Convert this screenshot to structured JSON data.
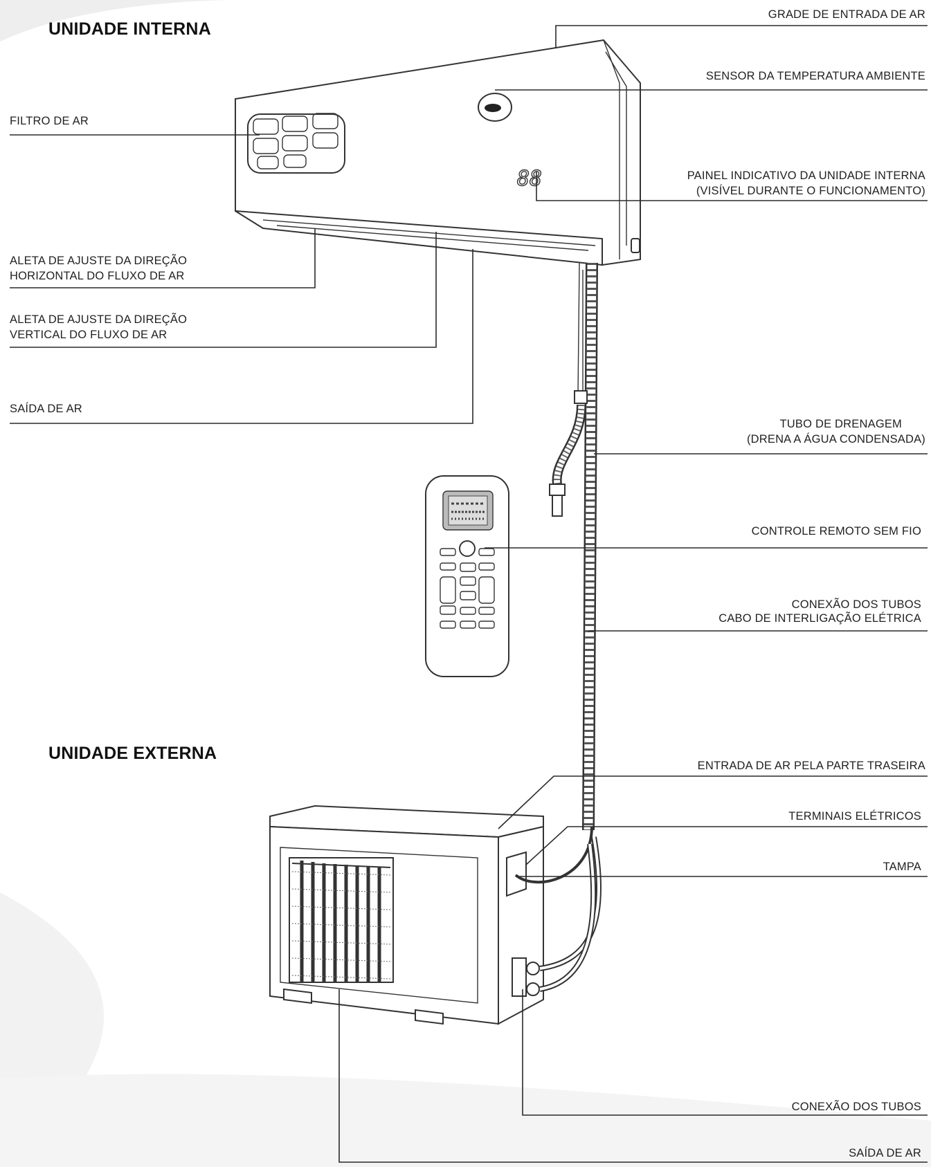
{
  "titles": {
    "indoor": "UNIDADE INTERNA",
    "outdoor": "UNIDADE EXTERNA"
  },
  "labels_left": {
    "air_filter": "FILTRO DE AR",
    "horizontal_louver": [
      "ALETA DE AJUSTE DA DIREÇÃO",
      "HORIZONTAL DO FLUXO DE AR"
    ],
    "vertical_louver": [
      "ALETA DE AJUSTE DA DIREÇÃO",
      "VERTICAL DO FLUXO DE AR"
    ],
    "air_outlet": "SAÍDA DE AR"
  },
  "labels_right": {
    "air_intake_grille": "GRADE DE ENTRADA DE AR",
    "room_temp_sensor": "SENSOR  DA  TEMPERATURA  AMBIENTE",
    "indicator_panel": [
      "PAINEL  INDICATIVO  DA  UNIDADE  INTERNA",
      "(VISÍVEL  DURANTE  O  FUNCIONAMENTO)"
    ],
    "drain_pipe": [
      "TUBO DE DRENAGEM",
      "(DRENA A ÁGUA CONDENSADA)"
    ],
    "remote_control": "CONTROLE REMOTO SEM FIO",
    "pipe_connection_cable": [
      "CONEXÃO DOS TUBOS",
      "CABO DE INTERLIGAÇÃO ELÉTRICA"
    ],
    "rear_air_intake": "ENTRADA DE AR PELA PARTE TRASEIRA",
    "electrical_terminals": "TERMINAIS ELÉTRICOS",
    "cover": "TAMPA",
    "pipe_connection": "CONEXÃO DOS TUBOS",
    "outdoor_air_outlet": "SAÍDA DE AR"
  },
  "display_text": "88",
  "colors": {
    "line": "#2a2a2a",
    "background": "#ffffff"
  }
}
